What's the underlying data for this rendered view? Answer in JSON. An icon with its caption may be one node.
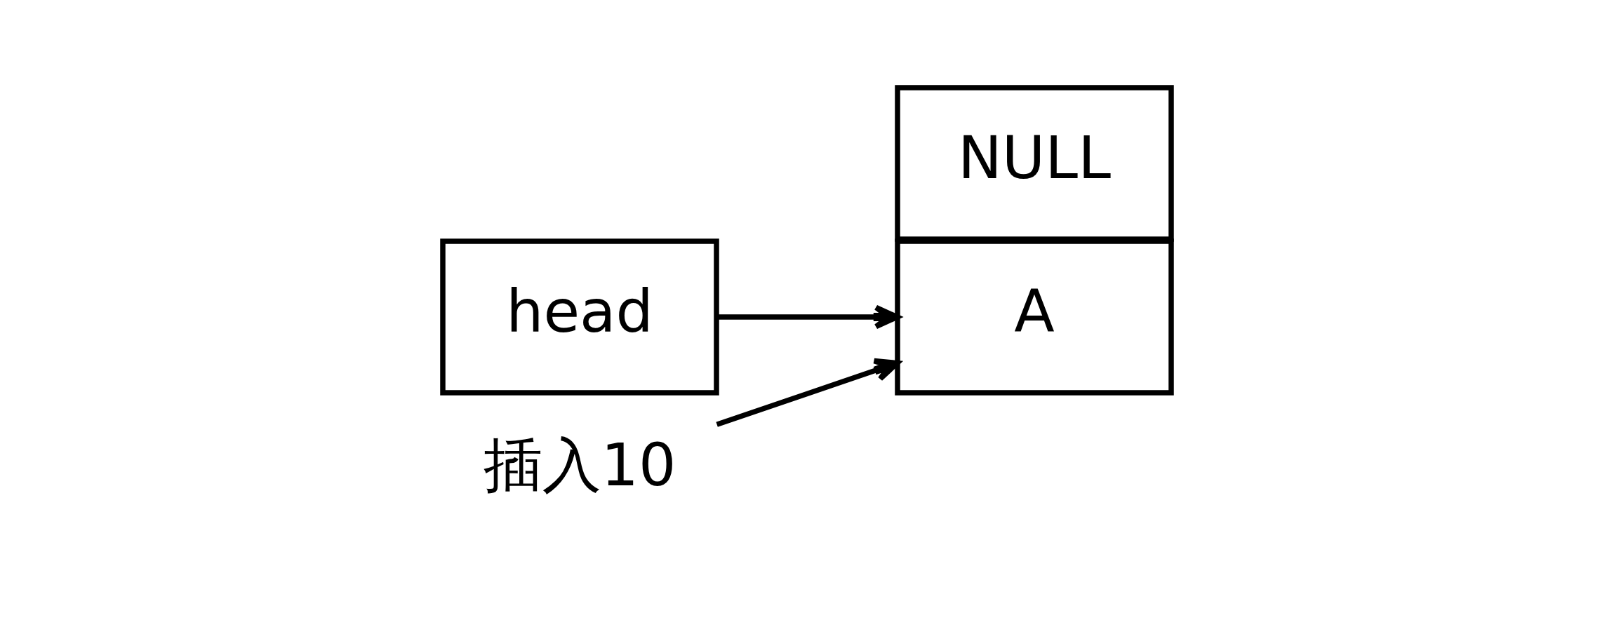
{
  "diagram": {
    "nodes": [
      {
        "text": [
          "head"
        ]
      },
      {
        "text": [
          "A"
        ]
      },
      {
        "text": [
          "NULL"
        ]
      },
      {
        "text": [
          "插入10"
        ]
      }
    ],
    "edges": [
      {
        "from": 0,
        "to": 1,
        "arrow": "to"
      },
      {
        "from": 3,
        "to": 1,
        "arrow": "to"
      }
    ]
  }
}
